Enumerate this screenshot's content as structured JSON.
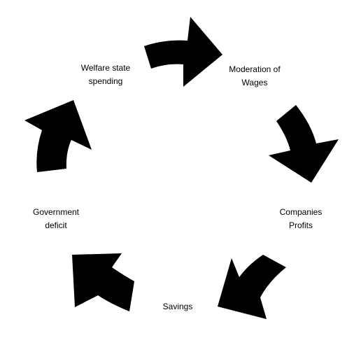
{
  "colors": {
    "background": "#ffffff",
    "arrow": "#000000",
    "text": "#000000"
  },
  "cycle": {
    "nodes": [
      {
        "id": "welfare",
        "lines": [
          "Welfare state",
          "spending"
        ]
      },
      {
        "id": "wages",
        "lines": [
          "Moderation of",
          "Wages"
        ]
      },
      {
        "id": "profits",
        "lines": [
          "Companies",
          "Profits"
        ]
      },
      {
        "id": "savings",
        "lines": [
          "Savings"
        ]
      },
      {
        "id": "deficit",
        "lines": [
          "Government",
          "deficit"
        ]
      }
    ],
    "arrows": [
      {
        "from": "welfare",
        "to": "wages",
        "icon": "curved-arrow-icon"
      },
      {
        "from": "wages",
        "to": "profits",
        "icon": "curved-arrow-icon"
      },
      {
        "from": "profits",
        "to": "savings",
        "icon": "curved-arrow-icon"
      },
      {
        "from": "savings",
        "to": "deficit",
        "icon": "curved-arrow-icon"
      },
      {
        "from": "deficit",
        "to": "welfare",
        "icon": "curved-arrow-icon"
      }
    ]
  }
}
